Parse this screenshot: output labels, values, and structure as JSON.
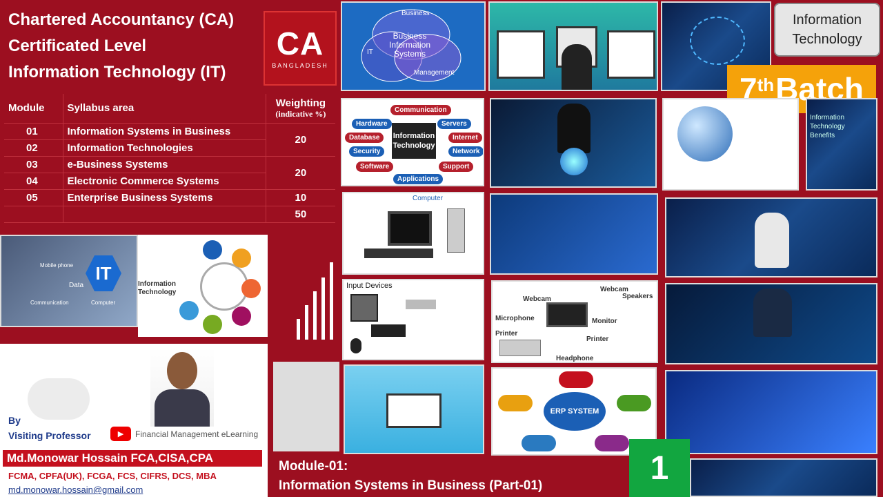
{
  "title_lines": [
    "Chartered Accountancy (CA)",
    "Certificated Level",
    "Information Technology (IT)"
  ],
  "logo": {
    "big": "CA",
    "small": "BANGLADESH"
  },
  "table": {
    "headers": {
      "module": "Module",
      "area": "Syllabus area",
      "weight": "Weighting",
      "weight_sub": "(indicative %)"
    },
    "rows": [
      {
        "module": "01",
        "area": "Information Systems in Business"
      },
      {
        "module": "02",
        "area": "Information Technologies"
      },
      {
        "module": "03",
        "area": "e-Business Systems"
      },
      {
        "module": "04",
        "area": "Electronic Commerce Systems"
      },
      {
        "module": "05",
        "area": "Enterprise Business Systems"
      }
    ],
    "weights": [
      "20",
      "20",
      "10",
      "50"
    ]
  },
  "venn": {
    "a": "Business",
    "b": "IT",
    "c": "Management",
    "center": "Business Information Systems"
  },
  "it_tile": {
    "center": "Information Technology",
    "chips": [
      "Communication",
      "Hardware",
      "Servers",
      "Database",
      "Internet",
      "Security",
      "Network",
      "Software",
      "Support",
      "Applications"
    ]
  },
  "computer_label": "Computer",
  "input_devices_label": "Input Devices",
  "peripherals": [
    "Webcam",
    "Webcam",
    "Speakers",
    "Microphone",
    "Monitor",
    "Printer",
    "Printer",
    "Headphone"
  ],
  "erp": {
    "center": "ERP SYSTEM"
  },
  "badge": {
    "line1": "Information",
    "line2": "Technology"
  },
  "batch": {
    "num": "7",
    "sup": "th",
    "word": "Batch"
  },
  "it_left_tile": {
    "center": "IT",
    "words": [
      "Mobile phone",
      "Data",
      "Communication",
      "Computer"
    ]
  },
  "it_ring_label": "Information Technology",
  "benefits": "Information Technology Benefits",
  "professor": {
    "by": "By",
    "role": "Visiting Professor",
    "channel": "Financial Management eLearning",
    "name": "Md.Monowar Hossain FCA,CISA,CPA",
    "creds": "FCMA, CPFA(UK), FCGA, FCS, CIFRS, DCS, MBA",
    "email": "md.monowar.hossain@gmail.com"
  },
  "module": {
    "line1": "Module-01:",
    "line2": "Information Systems in Business (Part-01)"
  },
  "part_number": "1",
  "colors": {
    "background": "#9c0f20",
    "accent_orange": "#f5a20a",
    "green": "#12a640",
    "name_red": "#c4101e"
  }
}
